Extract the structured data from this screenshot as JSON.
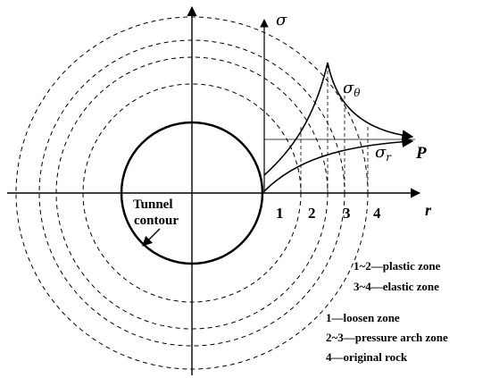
{
  "axes": {
    "sigma": "σ",
    "r": "r",
    "P": "P"
  },
  "curves": {
    "theta_label": "σ",
    "theta_sub": "θ",
    "radial_label": "σ",
    "radial_sub": "r"
  },
  "zones": [
    "1",
    "2",
    "3",
    "4"
  ],
  "tunnel": {
    "line1": "Tunnel",
    "line2": "contour"
  },
  "legend": [
    "1~2—plastic zone",
    "3~4—elastic zone",
    "1—loosen zone",
    "2~3—pressure arch zone",
    "4—original rock"
  ]
}
